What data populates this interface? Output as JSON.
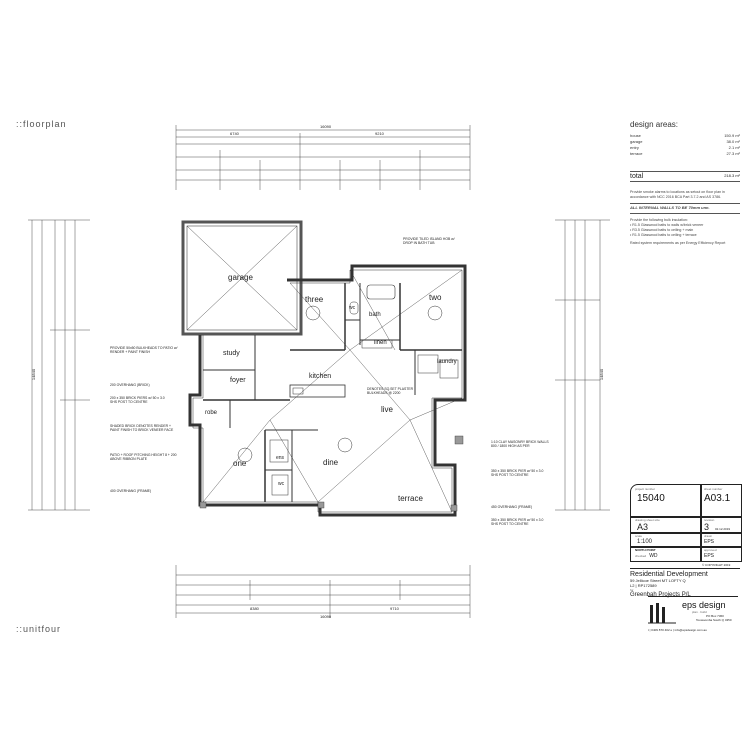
{
  "headings": {
    "floorplan": "::floorplan",
    "unit": "::unitfour"
  },
  "rooms": {
    "garage": "garage",
    "three": "three",
    "two": "two",
    "bath": "bath",
    "linen": "linen",
    "wc": "wc",
    "laundry": "laundry",
    "study": "study",
    "foyer": "foyer",
    "kitchen": "kitchen",
    "robe": "robe",
    "one": "one",
    "dine": "dine",
    "live": "live",
    "terrace": "terrace",
    "ens": "ens",
    "wc2": "wc"
  },
  "annotations": [
    "PROVIDE 50x50 BULKHEADS TO PATIO w/ RENDER + PAINT FINISH",
    "200 OVERHANG (BRICK)",
    "200 x 350 BRICK PIERS w/ 50 x 3.0 SHS POST TO CENTRE",
    "SHADED BRICK DENOTES RENDER + PAINT FINISH TO BRICK VENEER FACE",
    "PATIO + ROOF PITCHING HEIGHT 8 + 200 ABOVE RIBBON PLATE",
    "400 OVERHANG (FRAME)",
    "PROVIDE TILED ISLAND HOB w/ DROP IN BATH TUB",
    "DENOTES SQ.SET PLASTER BULKHEADS @ 2200",
    "1:10 CLAY MASONRY BRICK WALLS 800 / 1800 HIGH AS PER",
    "350 x 350 BRICK PIER w/ 50 x 3.0 SHS POST TO CENTRE",
    "450 OVERHANG (FRAME)"
  ],
  "dims": {
    "top_overall": "16090",
    "top_a": "6740",
    "top_b": "9210",
    "bottom_overall": "16090",
    "bottom_a": "8380",
    "bottom_b": "9710",
    "left_overall": "14840",
    "right_overall": "14840"
  },
  "design_areas": {
    "title": "design areas:",
    "rows": [
      {
        "label": "house",
        "value": "150.9 m²"
      },
      {
        "label": "garage",
        "value": "38.0 m²"
      },
      {
        "label": "entry",
        "value": "2.1 m²"
      },
      {
        "label": "terrace",
        "value": "27.3 m²"
      }
    ],
    "total_label": "total",
    "total_value": "218.3 m²"
  },
  "notes": {
    "smoke": "Provide smoke alarms to locations as setout on floor plan in accordance with NCC 2016 BCA Part 3.7.2 and AS 3786.",
    "walls": "ALL INTERNAL WALLS TO BE 70mm unn.",
    "insulation_head": "Provide the following bulk insulation:",
    "insulation": [
      "• R1.5 Glasswool batts to walls w/brick veneer",
      "• R3.5 Glasswool batts to ceiling + main",
      "• R1.5 Glasswool batts to ceiling + terrace"
    ],
    "rating": "Rated system requirements as per Energy Efficiency Report"
  },
  "title_block": {
    "project_no_label": "project number",
    "project_no": "15040",
    "sheet_label": "sheet number",
    "sheet": "A03.1",
    "size_label": "drawing sheet size",
    "size": "A3",
    "rev_label": "revision",
    "rev": "3",
    "rev_date": "02.12.2019",
    "scale_label": "scale",
    "scale": "1:100",
    "drawn_label": "drawn",
    "drawn": "EPS",
    "north_label": "NORTH POINT",
    "checked_label": "checked",
    "checked": "WD",
    "approved_label": "approved",
    "approved": "EPS",
    "copyright": "© COPYRIGHT 2019",
    "project_title": "Residential Development",
    "address": "59 Jellicoe Street MT LOFTY Q",
    "lot": "L2 | RP172589",
    "client_label": "for",
    "client": "Greenbah Projects P/L",
    "firm": "eps design",
    "firm_sub": "plan · build",
    "po_box": "PO Box 7360",
    "town": "Toowoomba South Q 4350",
    "contact": "t | 0409 870 402   e | info@epsdesign.com.au"
  },
  "colors": {
    "line": "#222222",
    "fill_wall": "#8a8a8a",
    "fill_brick": "#bdbdbd"
  }
}
